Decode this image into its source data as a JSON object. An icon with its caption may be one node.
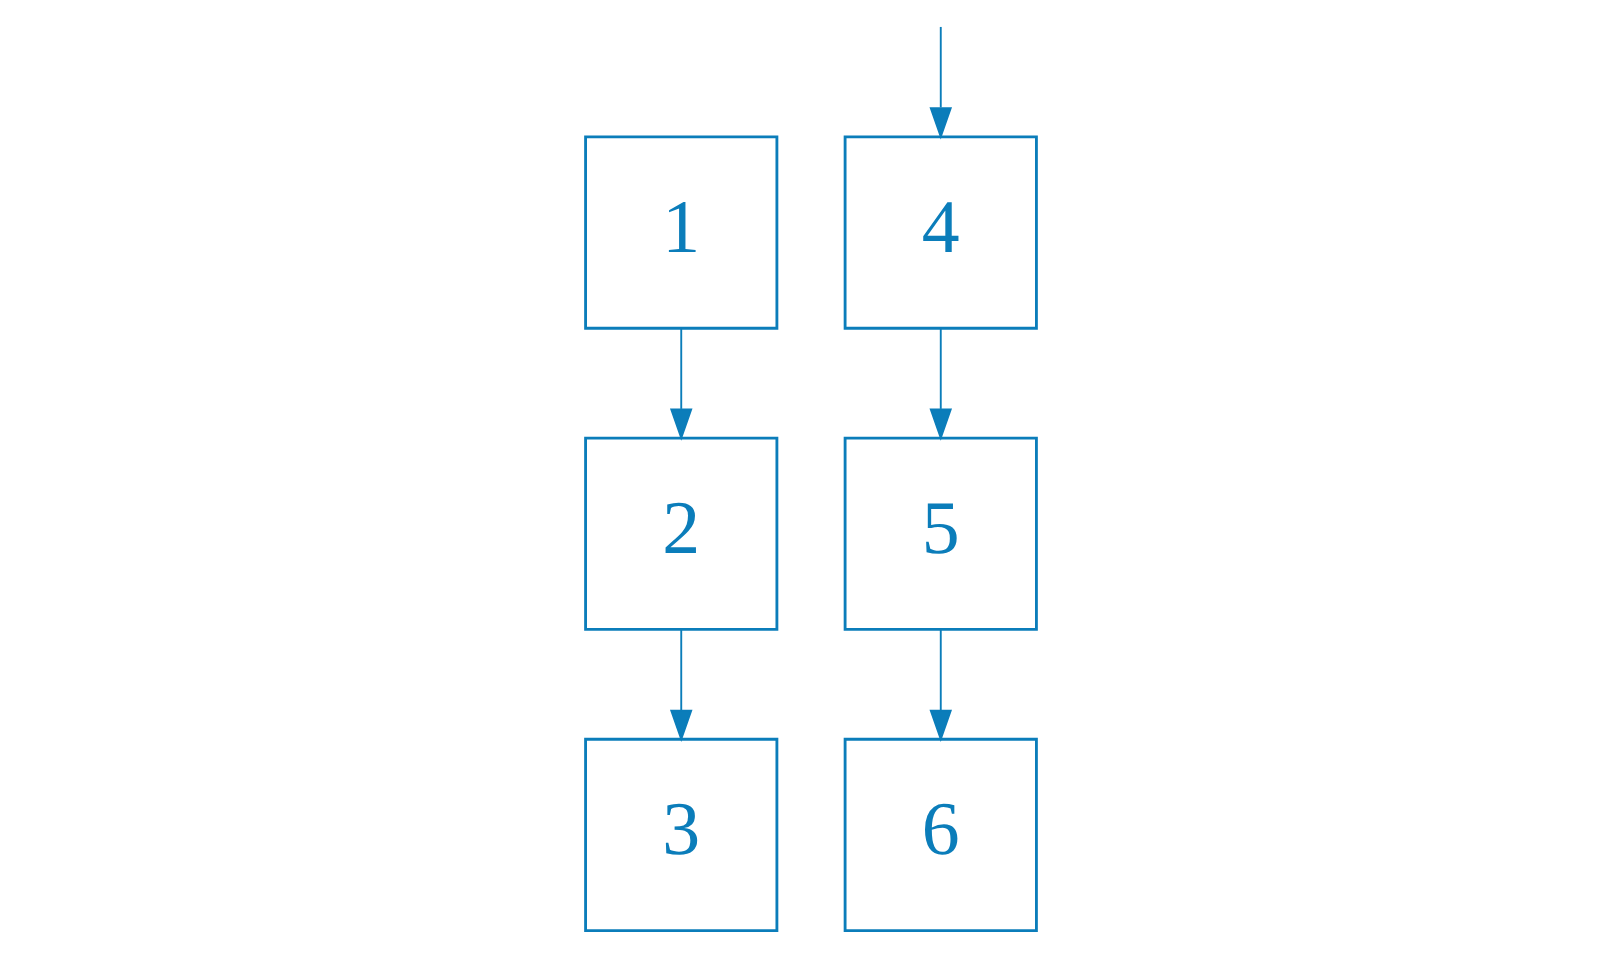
{
  "diagram": {
    "nodes": [
      {
        "text": [
          "1"
        ]
      },
      {
        "text": [
          "2"
        ]
      },
      {
        "text": [
          "3"
        ]
      },
      {
        "text": [
          "4"
        ]
      },
      {
        "text": [
          "5"
        ]
      },
      {
        "text": [
          "6"
        ]
      }
    ],
    "edges": [
      {
        "from": 0,
        "to": 1,
        "arrow": "to"
      },
      {
        "from": 1,
        "to": 2,
        "arrow": "to"
      },
      {
        "from": null,
        "to": 3,
        "arrow": "to"
      },
      {
        "from": 3,
        "to": 4,
        "arrow": "to"
      },
      {
        "from": 4,
        "to": 5,
        "arrow": "to"
      }
    ]
  }
}
